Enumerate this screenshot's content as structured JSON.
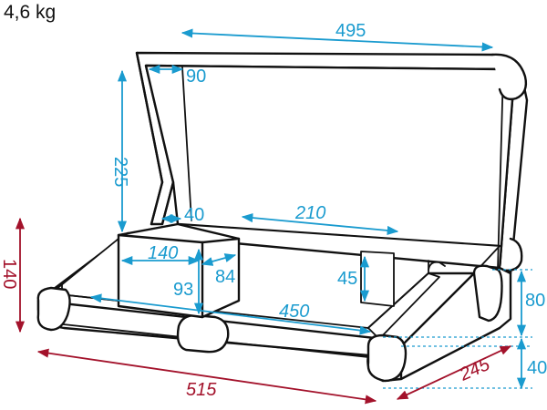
{
  "weight": "4,6 kg",
  "colors": {
    "inner_dimension": "#1a9bcf",
    "outer_dimension": "#a3122b",
    "case_outline": "#111111",
    "case_fill": "#ffffff"
  },
  "dimensions": {
    "lid_width": "495",
    "lid_profile": "90",
    "lid_height": "225",
    "rail_width": "40",
    "inner_depth_top": "210",
    "block_width": "140",
    "block_height": "93",
    "block_depth": "84",
    "inner_height_right": "45",
    "inner_length": "450",
    "outer_height": "140",
    "outer_length": "515",
    "outer_depth": "245",
    "base_height_upper": "80",
    "base_height_lower": "40"
  }
}
